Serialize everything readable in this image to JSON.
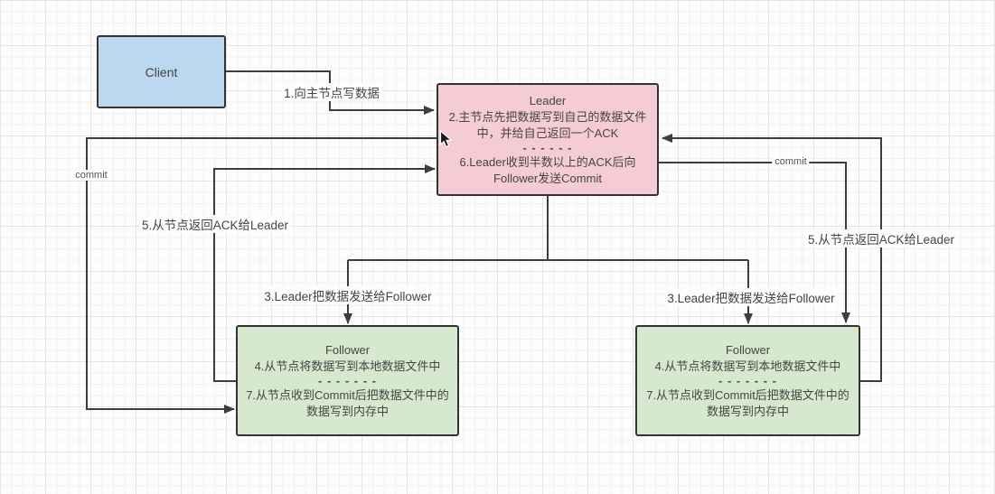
{
  "colors": {
    "client_fill": "#bcd8f0",
    "leader_fill": "#f5cbd5",
    "follower_fill": "#d6e9ce",
    "node_border": "#333333",
    "connector_line": "#3d3d3d",
    "text": "#454545",
    "canvas_background": "#fdfdfd",
    "grid_line": "#f1f1f1"
  },
  "nodes": {
    "client": {
      "label": "Client"
    },
    "leader": {
      "title": "Leader",
      "step2": "2.主节点先把数据写到自己的数据文件中，并给自己返回一个ACK",
      "separator": "- - - - - -",
      "step6": "6.Leader收到半数以上的ACK后向Follower发送Commit"
    },
    "follower_left": {
      "title": "Follower",
      "step4": "4.从节点将数据写到本地数据文件中",
      "separator": "- - - - - - -",
      "step7": "7.从节点收到Commit后把数据文件中的数据写到内存中"
    },
    "follower_right": {
      "title": "Follower",
      "step4": "4.从节点将数据写到本地数据文件中",
      "separator": "- - - - - - -",
      "step7": "7.从节点收到Commit后把数据文件中的数据写到内存中"
    }
  },
  "edges": {
    "write_label": "1.向主节点写数据",
    "send_left_label": "3.Leader把数据发送给Follower",
    "send_right_label": "3.Leader把数据发送给Follower",
    "ack_left_label": "5.从节点返回ACK给Leader",
    "ack_right_label": "5.从节点返回ACK给Leader",
    "commit_left_label": "commit",
    "commit_right_label": "commit"
  }
}
